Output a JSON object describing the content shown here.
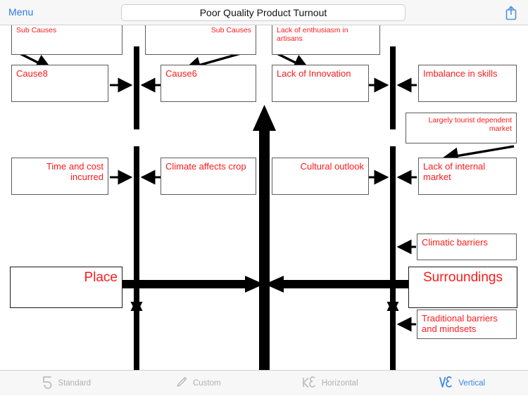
{
  "header": {
    "menu_label": "Menu",
    "title_value": "Poor Quality Product Turnout",
    "title_placeholder": "Diagram title",
    "share_icon": "share-upload-icon"
  },
  "diagram": {
    "type": "fishbone-cause-and-effect",
    "orientation": "Vertical",
    "effect": "Poor Quality Product Turnout",
    "boxes": [
      {
        "id": "sub-causes-left",
        "text": "Sub Causes"
      },
      {
        "id": "sub-causes-mid",
        "text": "Sub Causes"
      },
      {
        "id": "lack-of-enthusiasm",
        "text": "Lack of enthusiasm in artisans"
      },
      {
        "id": "cause8",
        "text": "Cause8"
      },
      {
        "id": "cause6",
        "text": "Cause6"
      },
      {
        "id": "lack-of-innovation",
        "text": "Lack of Innovation"
      },
      {
        "id": "imbalance-in-skills",
        "text": "Imbalance in skills"
      },
      {
        "id": "largely-tourist-dependent",
        "text": "Largely tourist dependent market"
      },
      {
        "id": "time-and-cost",
        "text": "Time and cost incurred"
      },
      {
        "id": "climate-affects-crop",
        "text": "Climate affects crop"
      },
      {
        "id": "cultural-outlook",
        "text": "Cultural outlook"
      },
      {
        "id": "lack-of-internal-market",
        "text": "Lack of internal market"
      },
      {
        "id": "climatic-barriers",
        "text": "Climatic barriers"
      },
      {
        "id": "place",
        "text": "Place"
      },
      {
        "id": "surroundings",
        "text": "Surroundings"
      },
      {
        "id": "traditional-barriers",
        "text": "Traditional barriers and mindsets"
      }
    ],
    "colors": {
      "box_text": "#ff1a1a",
      "box_border": "#5c5c5c",
      "spine": "#000000",
      "accent": "#3b87e8"
    }
  },
  "toolbar": {
    "items": [
      {
        "label": "Standard",
        "icon": "fishbone-standard-icon",
        "active": false
      },
      {
        "label": "Custom",
        "icon": "pencil-custom-icon",
        "active": false
      },
      {
        "label": "Horizontal",
        "icon": "fishbone-horizontal-icon",
        "active": false
      },
      {
        "label": "Vertical",
        "icon": "fishbone-vertical-icon",
        "active": true
      }
    ]
  }
}
